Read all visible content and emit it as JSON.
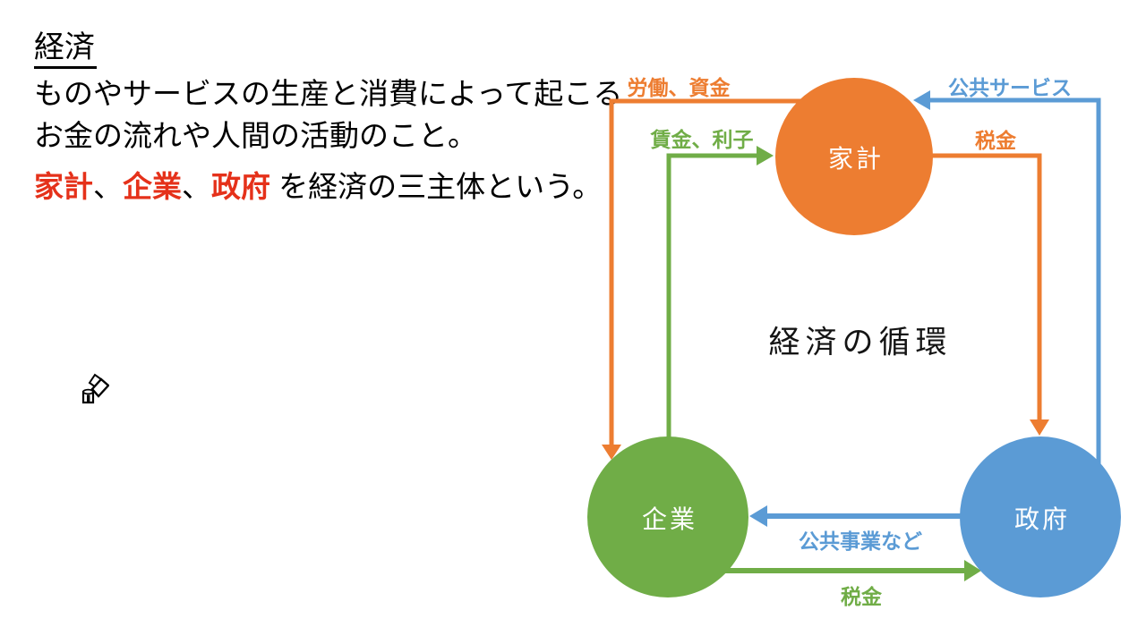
{
  "slide": {
    "background": "#ffffff",
    "text_block": {
      "title": "経済",
      "line1": "ものやサービスの生産と消費によって起こる",
      "line2": "お金の流れや人間の活動のこと。",
      "line3": {
        "term1": "家計",
        "sep1": "、",
        "term2": "企業",
        "sep2": "、",
        "term3": "政府",
        "rest": " を経済の三主体という。"
      },
      "highlight_color": "#e5311a",
      "text_color": "#000000"
    },
    "diagram": {
      "center_title": "経済の循環",
      "nodes": [
        {
          "id": "household",
          "label": "家計",
          "color": "#ED7D31"
        },
        {
          "id": "company",
          "label": "企業",
          "color": "#70AD47"
        },
        {
          "id": "government",
          "label": "政府",
          "color": "#5B9BD5"
        }
      ],
      "flows": [
        {
          "id": "labor-funds",
          "label": "労働、資金",
          "color": "#ED7D31",
          "from": "家計",
          "to": "企業"
        },
        {
          "id": "wages-interest",
          "label": "賃金、利子",
          "color": "#70AD47",
          "from": "企業",
          "to": "家計"
        },
        {
          "id": "public-services",
          "label": "公共サービス",
          "color": "#5B9BD5",
          "from": "政府",
          "to": "家計"
        },
        {
          "id": "tax-from-household",
          "label": "税金",
          "color": "#ED7D31",
          "from": "家計",
          "to": "政府"
        },
        {
          "id": "public-works",
          "label": "公共事業など",
          "color": "#5B9BD5",
          "from": "政府",
          "to": "企業"
        },
        {
          "id": "tax-from-company",
          "label": "税金",
          "color": "#70AD47",
          "from": "企業",
          "to": "政府"
        }
      ]
    }
  }
}
